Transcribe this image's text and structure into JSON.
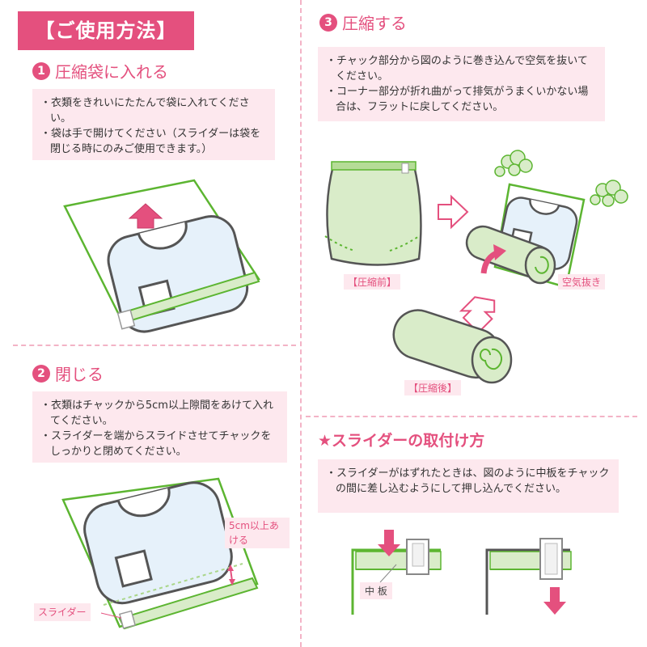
{
  "main_title": "【ご使用方法】",
  "step1": {
    "number": "1",
    "title": "圧縮袋に入れる",
    "notes": [
      "・衣類をきれいにたたんで袋に入れてください。",
      "・袋は手で開けてください（スライダーは袋を閉じる時にのみご使用できます。）"
    ]
  },
  "step2": {
    "number": "2",
    "title": "閉じる",
    "notes": [
      "・衣類はチャックから5cm以上隙間をあけて入れてください。",
      "・スライダーを端からスライドさせてチャックをしっかりと閉めてください。"
    ],
    "gap_label": "5cm以上あける",
    "slider_label": "スライダー"
  },
  "step3": {
    "number": "3",
    "title": "圧縮する",
    "notes": [
      "・チャック部分から図のように巻き込んで空気を抜いてください。",
      "・コーナー部分が折れ曲がって排気がうまくいかない場合は、フラットに戻してください。"
    ],
    "before_label": "【圧縮前】",
    "air_label": "空気抜き",
    "after_label": "【圧縮後】"
  },
  "slider_section": {
    "title": "★スライダーの取付け方",
    "notes": [
      "・スライダーがはずれたときは、図のように中板をチャックの間に差し込むようにして押し込んでください。"
    ],
    "plate_label": "中 板"
  },
  "colors": {
    "accent": "#e4507e",
    "green": "#5cb531",
    "light_green": "#d9ecc9",
    "light_pink": "#fde8ee",
    "light_blue": "#e6f1fa"
  }
}
